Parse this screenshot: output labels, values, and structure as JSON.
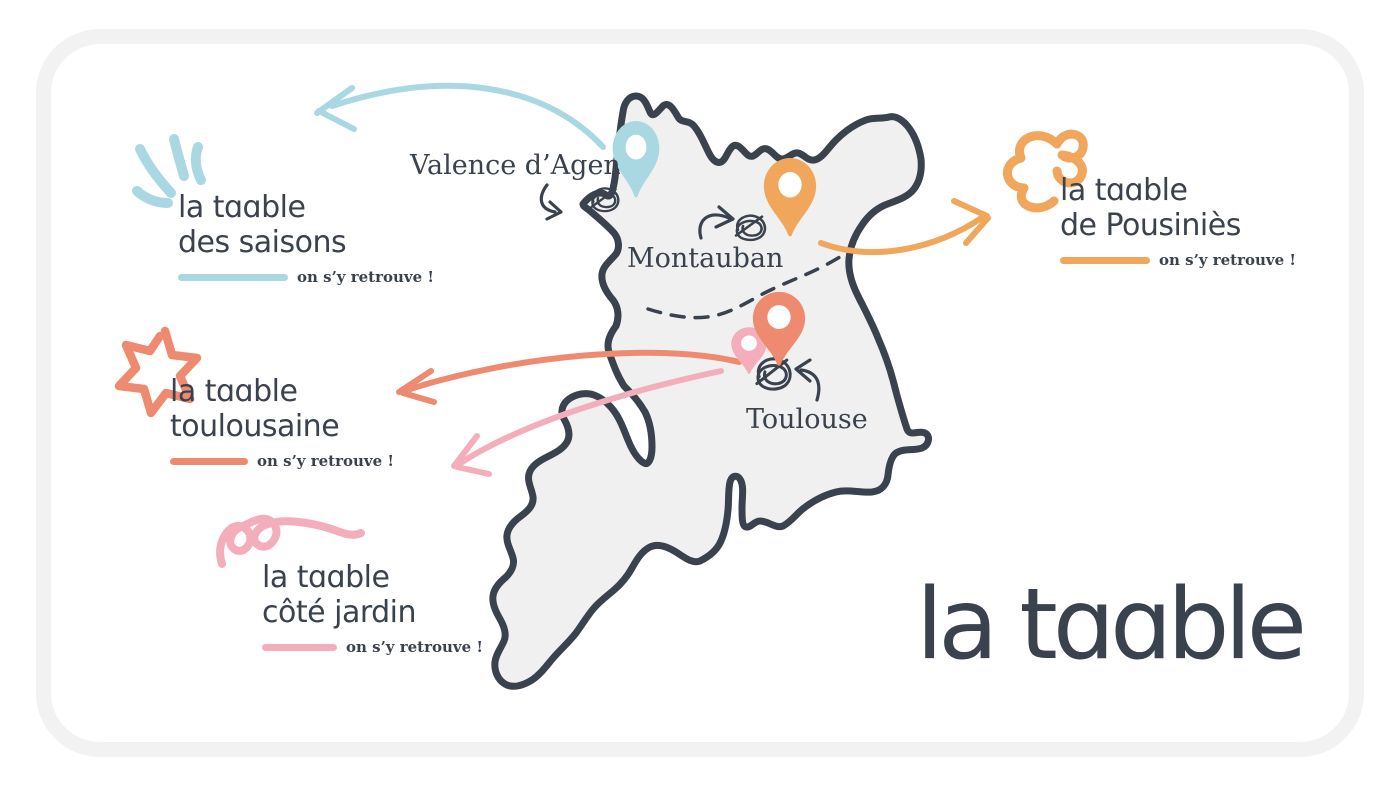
{
  "colors": {
    "ink": "#3a424e",
    "teal": "#a9d8e3",
    "orange": "#f0a75b",
    "coral": "#ee8a70",
    "pink": "#f4aebb",
    "map_fill": "#f0f0f0",
    "frame": "#f2f2f2",
    "background": "#ffffff"
  },
  "brands": {
    "saisons": {
      "line1": "la tɑɑble",
      "line2": "des saisons",
      "tagline": "on s’y retrouve !"
    },
    "pousinies": {
      "line1": "la tɑɑble",
      "line2": "de Pousiniès",
      "tagline": "on s’y retrouve !"
    },
    "toulousaine": {
      "line1": "la tɑɑble",
      "line2": "toulousaine",
      "tagline": "on s’y retrouve !"
    },
    "jardin": {
      "line1": "la tɑɑble",
      "line2": "côté jardin",
      "tagline": "on s’y retrouve !"
    }
  },
  "map": {
    "cities": {
      "valence": "Valence d’Agen",
      "montauban": "Montauban",
      "toulouse": "Toulouse"
    }
  },
  "logo": {
    "text": "la tɑɑble"
  }
}
